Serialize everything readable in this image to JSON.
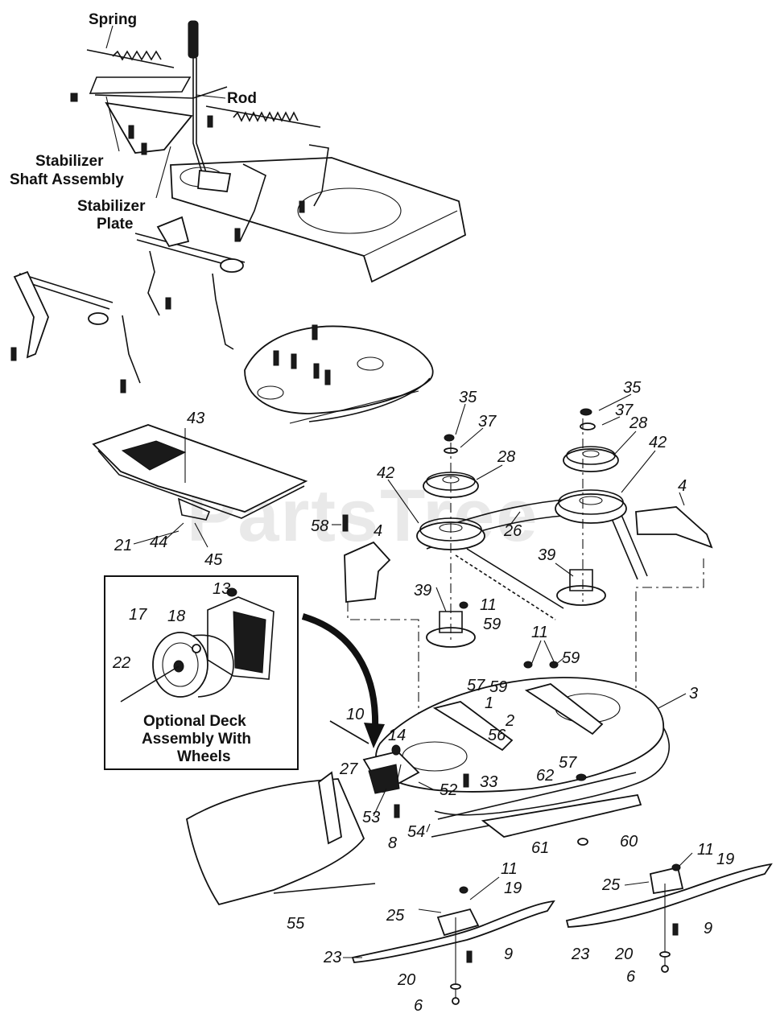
{
  "watermark": "PartsTree",
  "callouts": {
    "spring": "Spring",
    "rod": "Rod",
    "stabilizer_shaft_1": "Stabilizer",
    "stabilizer_shaft_2": "Shaft Assembly",
    "stabilizer_plate_1": "Stabilizer",
    "stabilizer_plate_2": "Plate"
  },
  "inset": {
    "caption_line1": "Optional Deck",
    "caption_line2": "Assembly With",
    "caption_line3": "Wheels",
    "parts": {
      "p13": "13",
      "p17": "17",
      "p18": "18",
      "p22": "22"
    }
  },
  "parts": {
    "p43": "43",
    "p21": "21",
    "p44": "44",
    "p45": "45",
    "p58": "58",
    "p4a": "4",
    "p42a": "42",
    "p35a": "35",
    "p37a": "37",
    "p28a": "28",
    "p26": "26",
    "p39a": "39",
    "p11a": "11",
    "p59a": "59",
    "p35b": "35",
    "p37b": "37",
    "p28b": "28",
    "p42b": "42",
    "p4b": "4",
    "p39b": "39",
    "p11b": "11",
    "p59b": "59",
    "p59c": "59",
    "p57a": "57",
    "p1": "1",
    "p2": "2",
    "p56": "56",
    "p57b": "57",
    "p3": "3",
    "p10": "10",
    "p14": "14",
    "p27": "27",
    "p52": "52",
    "p33": "33",
    "p62": "62",
    "p53": "53",
    "p8": "8",
    "p54": "54",
    "p61": "61",
    "p60": "60",
    "p55": "55",
    "p11c": "11",
    "p19a": "19",
    "p25a": "25",
    "p23a": "23",
    "p9a": "9",
    "p20a": "20",
    "p6a": "6",
    "p11d": "11",
    "p19b": "19",
    "p25b": "25",
    "p23b": "23",
    "p9b": "9",
    "p20b": "20",
    "p6b": "6"
  }
}
